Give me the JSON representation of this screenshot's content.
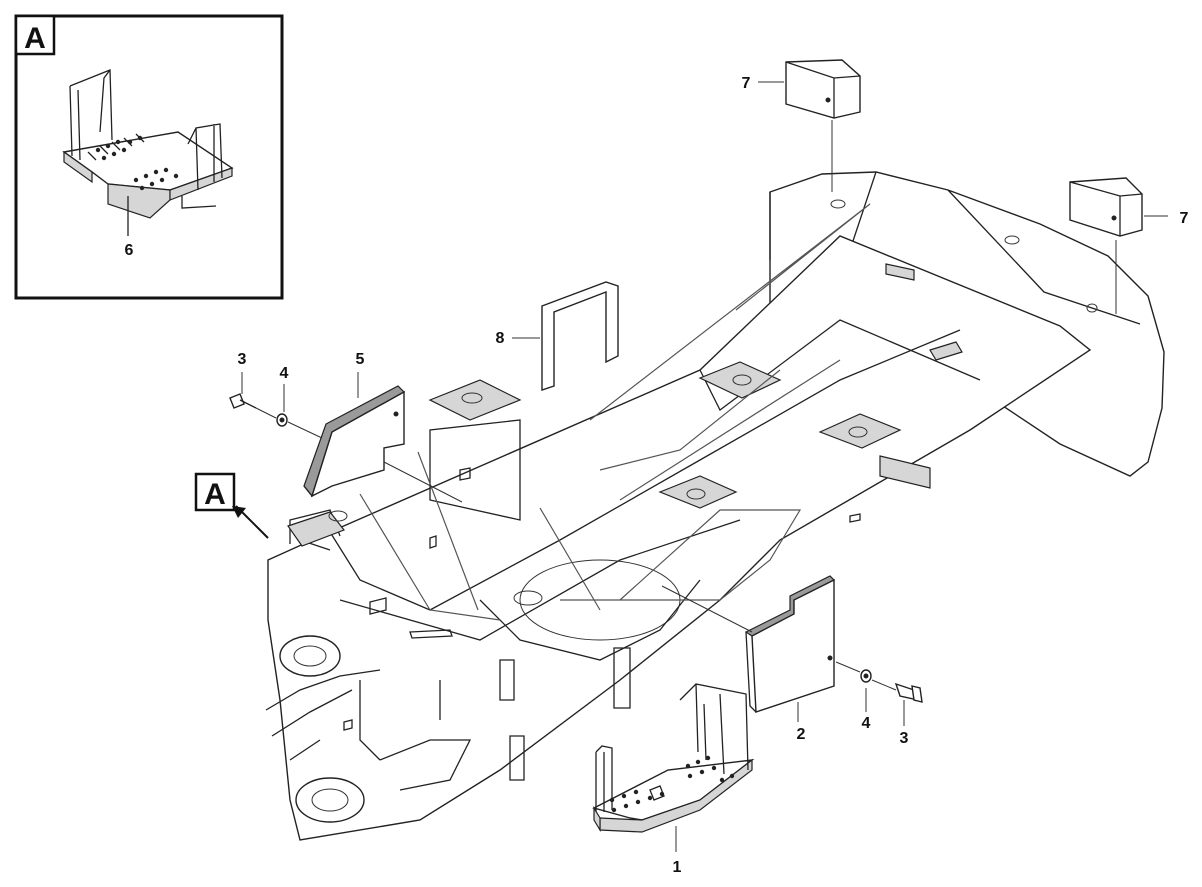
{
  "diagram": {
    "detail_view": {
      "letter": "A",
      "part_label": "6"
    },
    "view_marker": {
      "letter": "A"
    },
    "callouts": [
      {
        "id": "1",
        "label": "1"
      },
      {
        "id": "2",
        "label": "2"
      },
      {
        "id": "3a",
        "label": "3"
      },
      {
        "id": "4a",
        "label": "4"
      },
      {
        "id": "3b",
        "label": "3"
      },
      {
        "id": "4b",
        "label": "4"
      },
      {
        "id": "5",
        "label": "5"
      },
      {
        "id": "7a",
        "label": "7"
      },
      {
        "id": "7b",
        "label": "7"
      },
      {
        "id": "8",
        "label": "8"
      }
    ]
  }
}
